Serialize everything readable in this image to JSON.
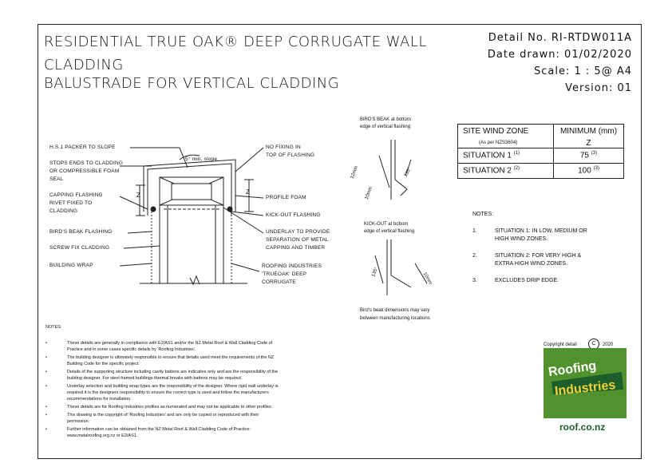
{
  "title": {
    "line1": "RESIDENTIAL TRUE OAK® DEEP CORRUGATE WALL",
    "line2": "CLADDING",
    "line3": "BALUSTRADE FOR VERTICAL CLADDING"
  },
  "meta": {
    "detail": "Detail No. RI-RTDW011A",
    "date": "Date drawn:  01/02/2020",
    "scale": "Scale:   1 : 5@ A4",
    "version": "Version:  01"
  },
  "drawing_labels": {
    "hs1": "H.S.1 PACKER TO SLOPE",
    "stops1": "STOPS ENDS TO CLADDING",
    "stops2": "OR COMPRESSIBLE FOAM",
    "stops3": "SEAL",
    "capping1": "CAPPING FLASHING",
    "capping2": "RIVET FIXED TO",
    "capping3": "CLADDING",
    "birds": "BIRD'S BEAK FLASHING",
    "screw": "SCREW FIX CLADDING",
    "wrap": "BUILDING WRAP",
    "nofix1": "NO FIXING IN",
    "nofix2": "TOP OF FLASHING",
    "slope": "5° min. slope",
    "profile": "PROFILE FOAM",
    "kick": "KICK-OUT FLASHING",
    "underlay1": "UNDERLAY TO PROVIDE",
    "underlay2": "SEPARATION OF METAL",
    "underlay3": "CAPPING AND TIMBER",
    "ri1": "ROOFING INDUSTRIES",
    "ri2": "'TRUEOAK' DEEP",
    "ri3": "CORRUGATE",
    "z": "Z"
  },
  "bird_detail": {
    "cap1": "BIRD'S BEAK at bottom",
    "cap2": "edge of vertical flashing",
    "d12": "12mm",
    "d10": "10mm",
    "d135": "135°"
  },
  "kick_detail": {
    "cap1": "KICK-OUT at bottom",
    "cap2": "edge of vertical flashing",
    "d135": "135°",
    "d10": "10mm",
    "note1": "Bird's beak dimensions may vary",
    "note2": "between manufacturing locations"
  },
  "wind_table": {
    "h1": "SITE WIND ZONE",
    "h1sub": "(As per NZS3604)",
    "h2": "MINIMUM (mm)",
    "h2sub": "Z",
    "r1a": "SITUATION 1",
    "r1a_sup": "(1)",
    "r1b": "75",
    "r1b_sup": "(3)",
    "r2a": "SITUATION 2",
    "r2a_sup": "(2)",
    "r2b": "100",
    "r2b_sup": "(3)"
  },
  "right_notes": {
    "heading": "NOTES:",
    "n1num": "1.",
    "n1a": "SITUATION 1: IN LOW, MEDIUM OR",
    "n1b": "HIGH WIND ZONES.",
    "n2num": "2.",
    "n2a": "SITUATION 2: FOR VERY HIGH &",
    "n2b": "EXTRA HIGH WIND ZONES.",
    "n3num": "3.",
    "n3a": "EXCLUDES DRIP EDGE."
  },
  "bottom_notes": {
    "heading": "NOTES:",
    "lines": [
      "These details are generally in compliance with E2/AS1 and/or the NZ Metal Roof & Wall Cladding Code of",
      "Practice and in some cases specific details by 'Roofing Industries'.",
      "The building designer is ultimately responsible to ensure that details used meet the requirements of the NZ",
      "Building Code for the specific project.",
      "Details of the supporting structure including cavity battens are indicative only and are the responsibility of the",
      "building designer. For steel framed buildings thermal breaks with battens may be required.",
      "Underlay selection and building wrap types are the responsibility of the designer. Where rigid wall underlay is",
      "required it is the designers responsibility to ensure the correct type is used and follow the manufacturers",
      "recommendations for installation.",
      "These details are for Roofing Industries profiles as numerated and may not be applicable to other profiles.",
      "This drawing is the copyright of 'Roofing Industries' and are only be copied or reproduced with their",
      "permission.",
      "Further information can be obtained from the NZ Metal Roof & Wall Cladding Code of Practice:",
      "www.metalroofing.org.nz or E2/AS1."
    ]
  },
  "copyright": {
    "text": "Copyright detail",
    "symbol": "C",
    "year": "2020"
  },
  "logo": {
    "word1": "Roofing",
    "word2": "Industries",
    "url": "roof.co.nz",
    "colors": {
      "green": "#4a8a2a",
      "orange": "#e8a33a",
      "yellow": "#f2d23a",
      "dark": "#1e5e2a"
    }
  }
}
